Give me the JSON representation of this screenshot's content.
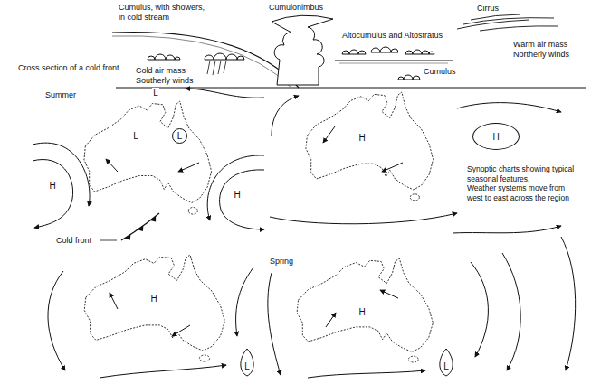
{
  "diagram": {
    "nodes": [
      {
        "text": [
          "L"
        ]
      },
      {
        "text": [
          "H"
        ]
      },
      {
        "text": [
          "L"
        ]
      },
      {
        "text": [
          "L"
        ]
      }
    ],
    "labels": [
      "Cumulus, with showers, in cold stream",
      "Cumulonimbus",
      "Cirrus",
      "Cross section of a cold front",
      "Altocumulus and Altostratus",
      "Cumulus",
      "Cold air mass Southerly winds",
      "Warm air mass Northerly winds",
      "Summer",
      "L",
      "L",
      "H",
      "H",
      "H",
      "Synoptic charts showing typical seasonal features. Weather systems move from west to east across the region",
      "Cold front",
      "H",
      "Spring",
      "H"
    ]
  }
}
